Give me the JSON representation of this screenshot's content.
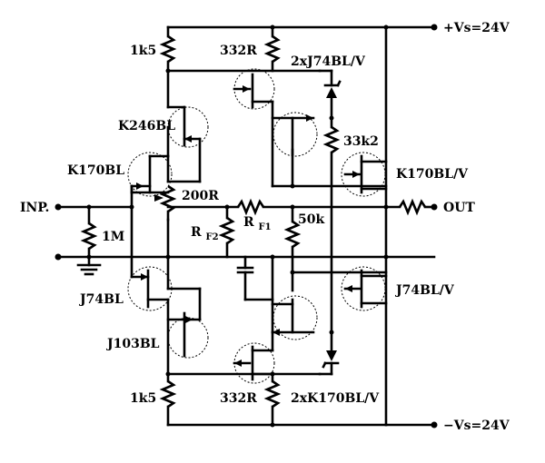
{
  "supply": {
    "positive": "+Vs=24V",
    "negative": "−Vs=24V"
  },
  "io": {
    "input": "INP.",
    "output": "OUT"
  },
  "resistors": {
    "r_top_left": "1k5",
    "r_bottom_left": "1k5",
    "r_top_mid": "332R",
    "r_bottom_mid": "332R",
    "r_input": "1M",
    "r_trim": "200R",
    "r_f1_main": "R",
    "r_f1_sub": "F1",
    "r_f2_main": "R",
    "r_f2_sub": "F2",
    "r_bias": "33k2",
    "r_out_bias": "50k"
  },
  "transistors": {
    "q_k246": "K246BL",
    "q_k170": "K170BL",
    "q_j74_pair": "2xJ74BL/V",
    "q_k170_out": "K170BL/V",
    "q_j74": "J74BL",
    "q_j103": "J103BL",
    "q_j74_out": "J74BL/V",
    "q_k170_pair": "2xK170BL/V"
  }
}
